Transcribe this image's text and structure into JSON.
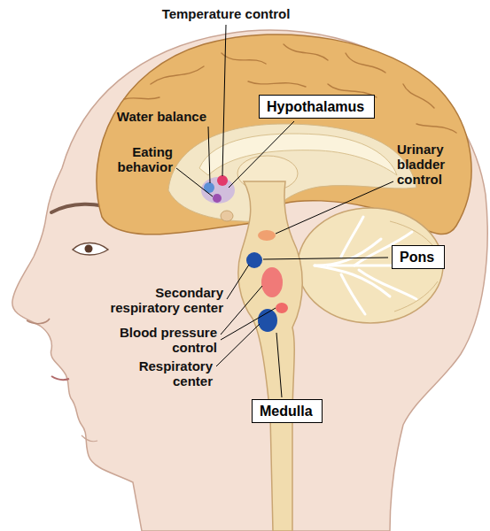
{
  "diagram": {
    "nodes": [
      {
        "text": [
          "Hypothalamus"
        ]
      },
      {
        "text": [
          "Pons"
        ]
      },
      {
        "text": [
          "Medulla"
        ]
      }
    ],
    "labels": [
      "Temperature control",
      "Water balance",
      "Eating behavior",
      "Urinary bladder control",
      "Secondary respiratory center",
      "Blood pressure control",
      "Respiratory center"
    ]
  }
}
